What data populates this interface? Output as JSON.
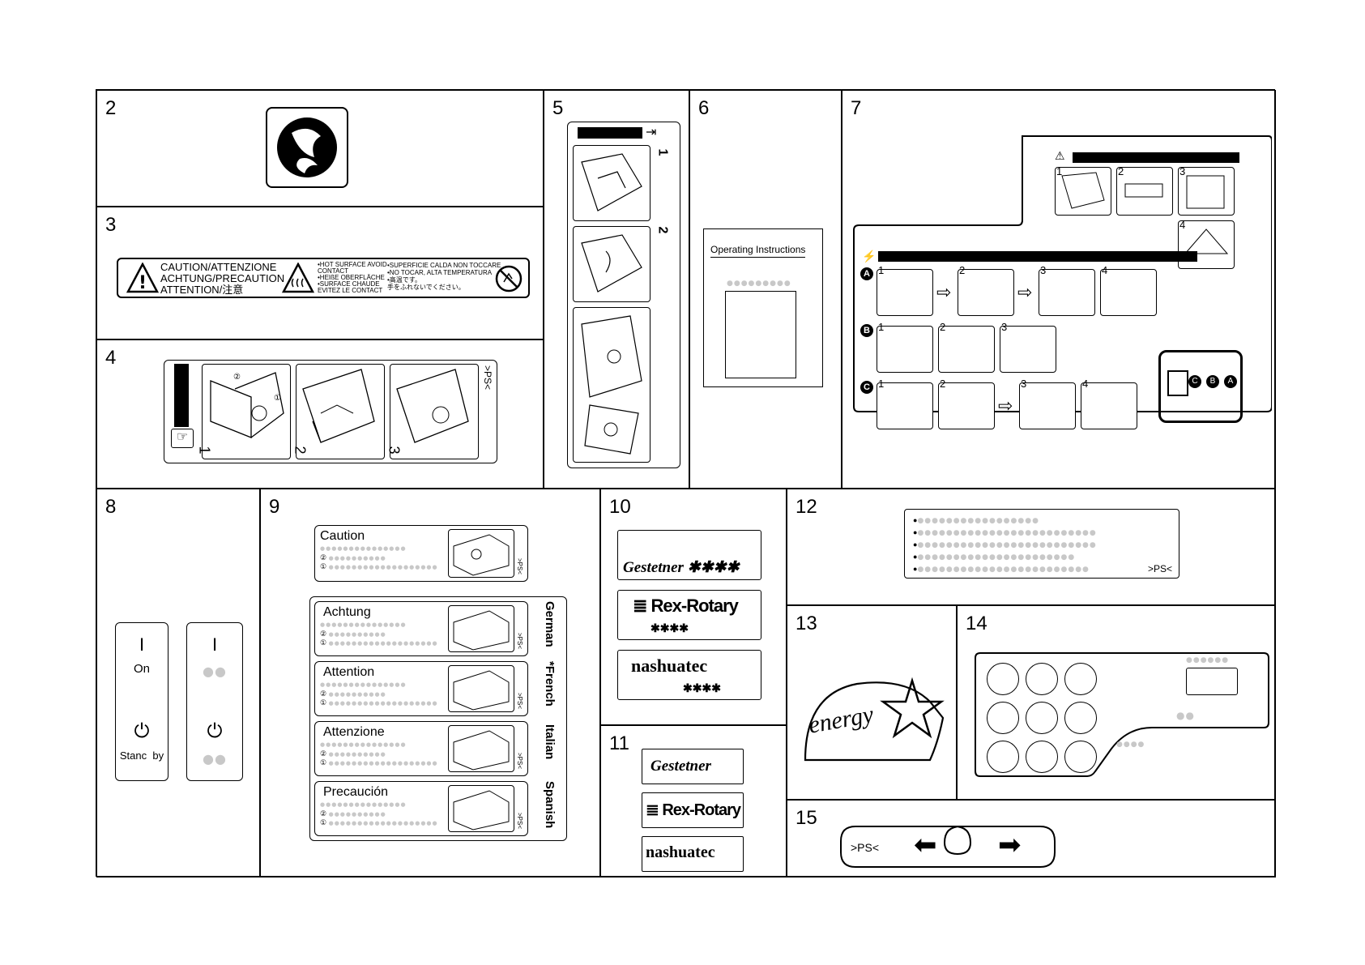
{
  "panels": {
    "p2": "2",
    "p3": "3",
    "p4": "4",
    "p5": "5",
    "p6": "6",
    "p7": "7",
    "p8": "8",
    "p9": "9",
    "p10": "10",
    "p11": "11",
    "p12": "12",
    "p13": "13",
    "p14": "14",
    "p15": "15"
  },
  "caution_label": {
    "line1": "CAUTION/ATTENZIONE",
    "line2": "ACHTUNG/PRECAUTION",
    "line3": "ATTENTION/注意",
    "hot1": "•HOT SURFACE AVOID",
    "hot2": "CONTACT",
    "hot3": "•HEIßE OBERFLÄCHE",
    "hot4": "•SURFACE CHAUDE",
    "hot5": "EVITEZ LE CONTACT",
    "it1": "•SUPERFICIE CALDA NON TOCCARE",
    "it2": "•NO TOCAR, ALTA TEMPERATURA",
    "jp1": "•高温です。",
    "jp2": "手をふれないでください。"
  },
  "p4_steps": [
    "1",
    "2",
    "3"
  ],
  "p4_ps": ">PS<",
  "p5_steps": [
    "1",
    "2"
  ],
  "p6_title": "Operating Instructions",
  "p7": {
    "top_steps": [
      "1",
      "2",
      "3",
      "4"
    ],
    "rows": [
      "A",
      "B",
      "C"
    ],
    "rowA": [
      "1",
      "2",
      "3",
      "4"
    ],
    "rowB": [
      "1",
      "2",
      "3"
    ],
    "rowC": [
      "1",
      "2",
      "3",
      "4"
    ],
    "rear": [
      "C",
      "B",
      "A"
    ]
  },
  "p8": {
    "on_symbol": "I",
    "on_label": "On",
    "standby_label": "Stanc  by",
    "blank": "●●"
  },
  "p9": {
    "caution": "Caution",
    "items": [
      {
        "title": "Achtung",
        "lang": "German"
      },
      {
        "title": "Attention",
        "lang": "*French"
      },
      {
        "title": "Attenzione",
        "lang": "Italian"
      },
      {
        "title": "Precaución",
        "lang": "Spanish"
      }
    ],
    "ps": ">PS<",
    "c2": "②",
    "c1": "①"
  },
  "p10": {
    "gestetner": "Gestetner ✱✱✱✱",
    "rex": "Rex-Rotary",
    "rex_stars": "✱✱✱✱",
    "nashua": "nashuatec",
    "nashua_stars": "✱✱✱✱"
  },
  "p11": {
    "gestetner": "Gestetner",
    "rex": "Rex-Rotary",
    "nashua": "nashuatec"
  },
  "p12_ps": ">PS<",
  "p13_logo": "energy",
  "p15_ps": ">PS<"
}
